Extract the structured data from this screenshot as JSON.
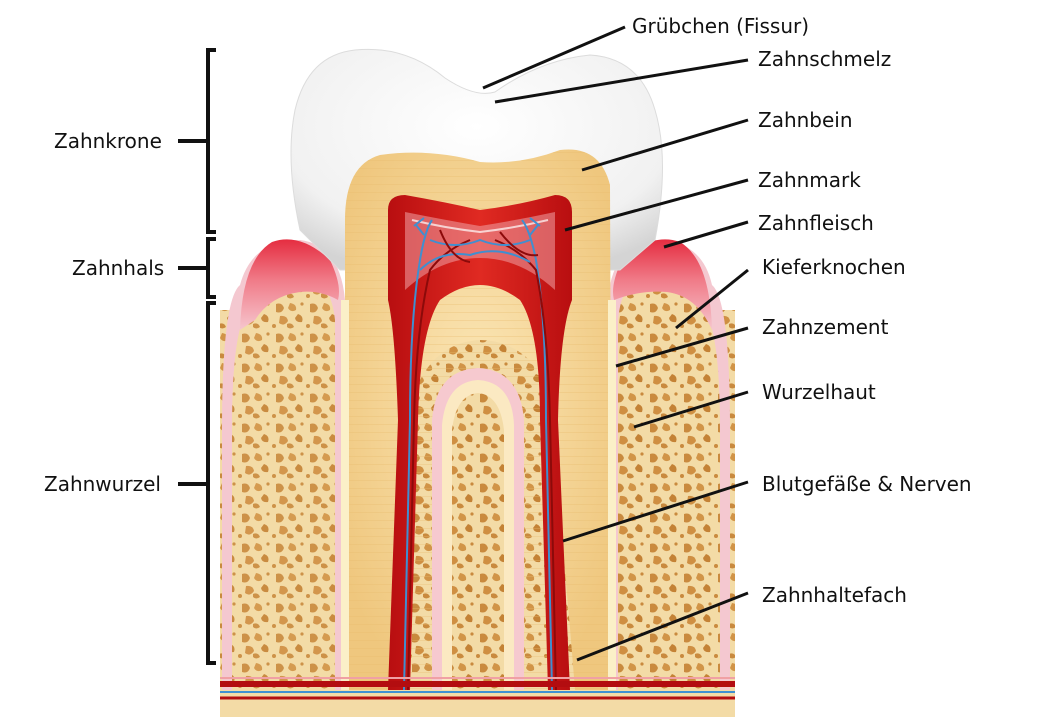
{
  "labels": {
    "fissure": "Grübchen (Fissur)",
    "enamel": "Zahnschmelz",
    "dentin": "Zahnbein",
    "pulp": "Zahnmark",
    "gum": "Zahnfleisch",
    "jawbone": "Kieferknochen",
    "cementum": "Zahnzement",
    "periodontium": "Wurzelhaut",
    "vessels": "Blutgefäße & Nerven",
    "socket": "Zahnhaltefach",
    "crown": "Zahnkrone",
    "neck": "Zahnhals",
    "root": "Zahnwurzel"
  },
  "colors": {
    "enamel": "#f6f6f6",
    "dentin": "#f5d79b",
    "dentin_lines": "#e6b86a",
    "pulp": "#d71a1a",
    "gum": "#e8485a",
    "gum_pink": "#f3c8d0",
    "bone": "#f2d9a2",
    "bone_spots": "#c98a3e",
    "vessel_blue": "#3f8fd0",
    "line": "#111111"
  }
}
